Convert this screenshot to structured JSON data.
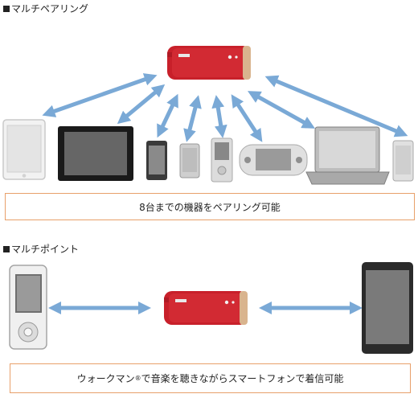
{
  "sections": {
    "multi_pairing": {
      "title": "マルチペアリング",
      "caption": "8台までの機器をペアリング可能",
      "devices": [
        "tablet-white",
        "tablet-black",
        "smartphone",
        "smartphone",
        "walkman",
        "portable-game-console",
        "laptop",
        "smartphone-white"
      ]
    },
    "multi_point": {
      "title": "マルチポイント",
      "caption_main": "ウォークマン",
      "caption_reg": "®",
      "caption_rest": "で音楽を聴きながらスマートフォンで着信可能",
      "devices": [
        "walkman",
        "smartphone"
      ]
    }
  },
  "colors": {
    "arrow": "#7aa9d6",
    "speaker_red": "#c8202a",
    "speaker_band": "#d9b48e",
    "caption_border": "#e8a06a"
  }
}
